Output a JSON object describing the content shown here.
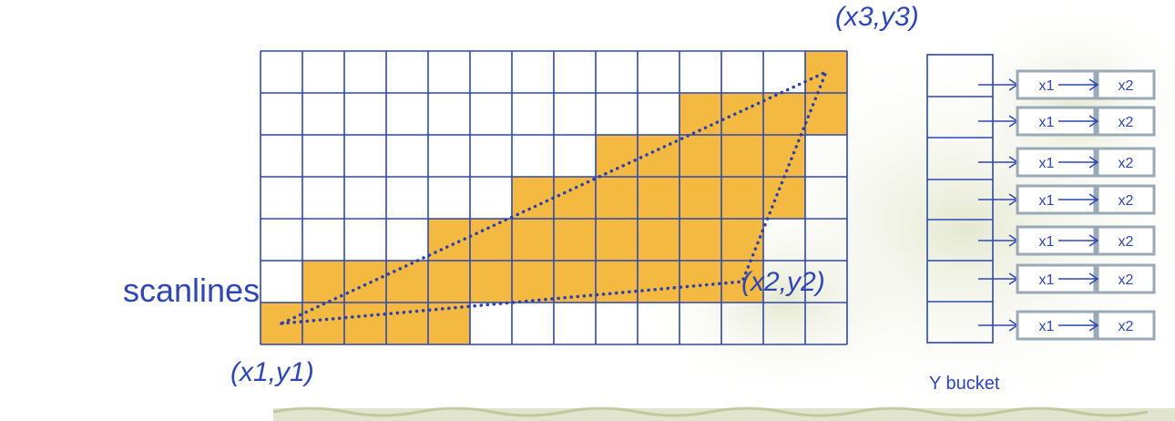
{
  "labels": {
    "scanlines": "scanlines",
    "p1": "(x1,y1)",
    "p2": "(x2,y2)",
    "p3": "(x3,y3)",
    "bucket": "Y bucket"
  },
  "grid": {
    "cols": 14,
    "rows": 7
  },
  "filled_cells": [
    [
      13
    ],
    [
      10,
      11,
      12,
      13
    ],
    [
      8,
      9,
      10,
      11,
      12
    ],
    [
      6,
      7,
      8,
      9,
      10,
      11,
      12
    ],
    [
      4,
      5,
      6,
      7,
      8,
      9,
      10,
      11
    ],
    [
      1,
      2,
      3,
      4,
      5,
      6,
      7,
      8,
      9,
      10,
      11
    ],
    [
      0,
      1,
      2,
      3,
      4
    ]
  ],
  "triangle": {
    "p1": [
      0.5,
      0.5
    ],
    "p2": [
      11.5,
      1.5
    ],
    "p3": [
      13.5,
      6.5
    ]
  },
  "bucket_rows": [
    {
      "a": "x1",
      "b": "x2"
    },
    {
      "a": "x1",
      "b": "x2"
    },
    {
      "a": "x1",
      "b": "x2"
    },
    {
      "a": "x1",
      "b": "x2"
    },
    {
      "a": "x1",
      "b": "x2"
    },
    {
      "a": "x1",
      "b": "x2"
    },
    {
      "a": "x1",
      "b": "x2"
    }
  ],
  "colors": {
    "grid_line": "#2f47b4",
    "fill": "#f3b940",
    "triangle": "#2a3fb0",
    "box_border": "#9aa9b6",
    "text": "#2f47b4"
  }
}
